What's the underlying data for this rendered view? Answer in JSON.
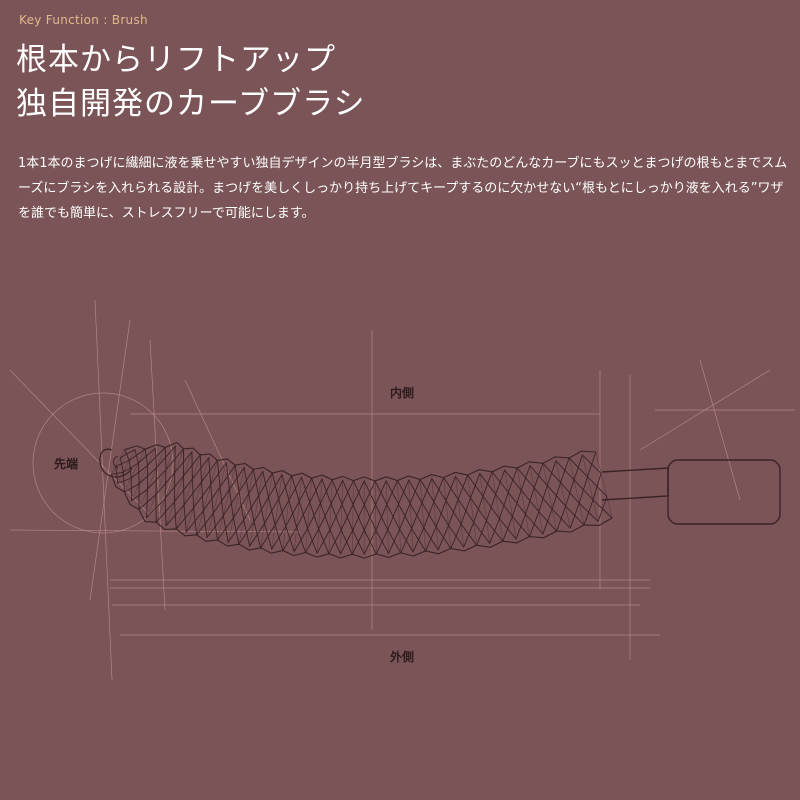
{
  "header": {
    "eyebrow": "Key Function : Brush",
    "title_line1": "根本からリフトアップ",
    "title_line2": "独自開発のカーブブラシ"
  },
  "description": "1本1本のまつげに繊細に液を乗せやすい独自デザインの半月型ブラシは、まぶたのどんなカーブにもスッとまつげの根もとまでスムーズにブラシを入れられる設計。まつげを美しくしっかり持ち上げてキープするのに欠かせない“根もとにしっかり液を入れる”ワザを誰でも簡単に、ストレスフリーで可能にします。",
  "diagram": {
    "label_inner": "内側",
    "label_tip": "先端",
    "label_outer": "外側"
  },
  "colors": {
    "background": "#7a5457",
    "eyebrow": "#e0b98c",
    "ink": "#3b2326",
    "guide": "#c08e8a"
  }
}
